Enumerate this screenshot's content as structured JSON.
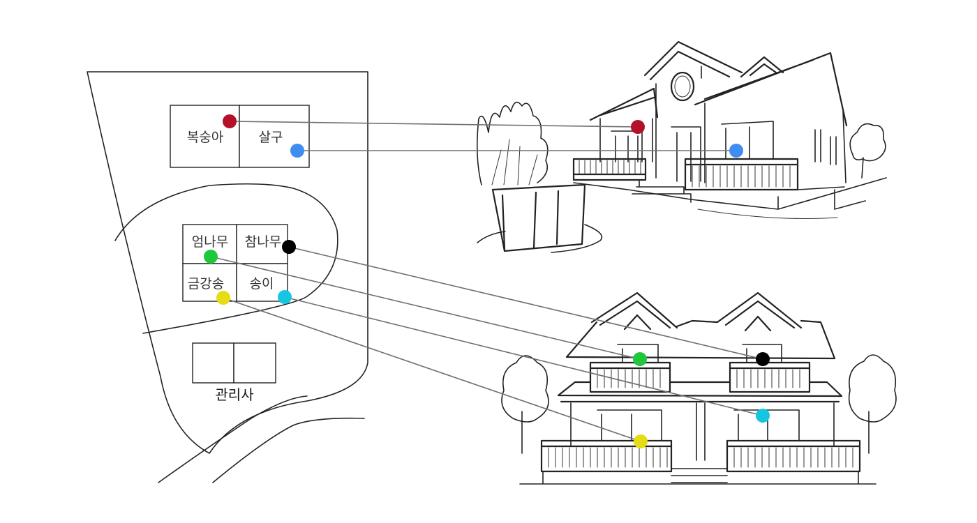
{
  "map": {
    "rooms": [
      {
        "id": "boksunga",
        "label": "복숭아",
        "color": "#b3102a"
      },
      {
        "id": "salgu",
        "label": "살구",
        "color": "#3f8df0"
      },
      {
        "id": "eomnamu",
        "label": "엄나무",
        "color": "#1fc83a"
      },
      {
        "id": "chamnamu",
        "label": "참나무",
        "color": "#000000"
      },
      {
        "id": "geumgangsong",
        "label": "금강송",
        "color": "#e6dc14"
      },
      {
        "id": "songi",
        "label": "송이",
        "color": "#16c6e0"
      }
    ],
    "office_label": "관리사"
  },
  "legend_colors": {
    "connector_line": "#707070",
    "ink": "#222222"
  }
}
